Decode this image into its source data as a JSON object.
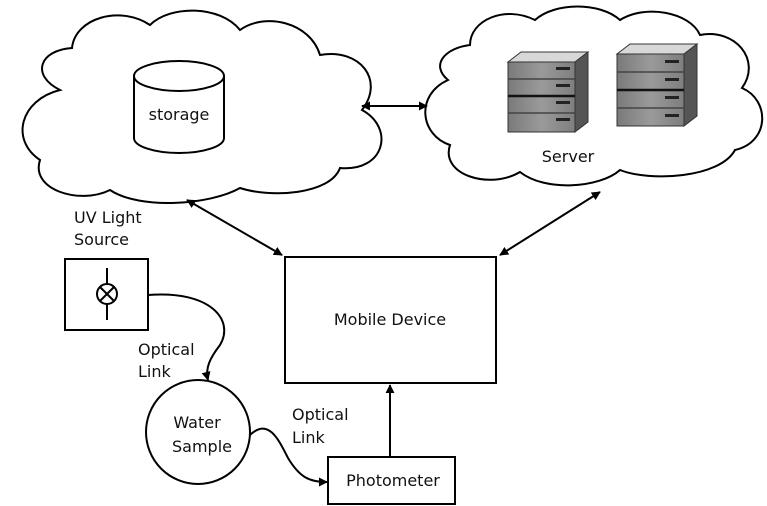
{
  "nodes": {
    "storage": {
      "label": "storage"
    },
    "server": {
      "label": "Server"
    },
    "uv_source": {
      "label_line1": "UV Light",
      "label_line2": "Source"
    },
    "mobile_device": {
      "label": "Mobile Device"
    },
    "water_sample": {
      "label_line1": "Water",
      "label_line2": "Sample"
    },
    "photometer": {
      "label": "Photometer"
    }
  },
  "links": {
    "uv_to_water": {
      "label_line1": "Optical",
      "label_line2": "Link"
    },
    "water_to_photometer": {
      "label_line1": "Optical",
      "label_line2": "Link"
    }
  }
}
